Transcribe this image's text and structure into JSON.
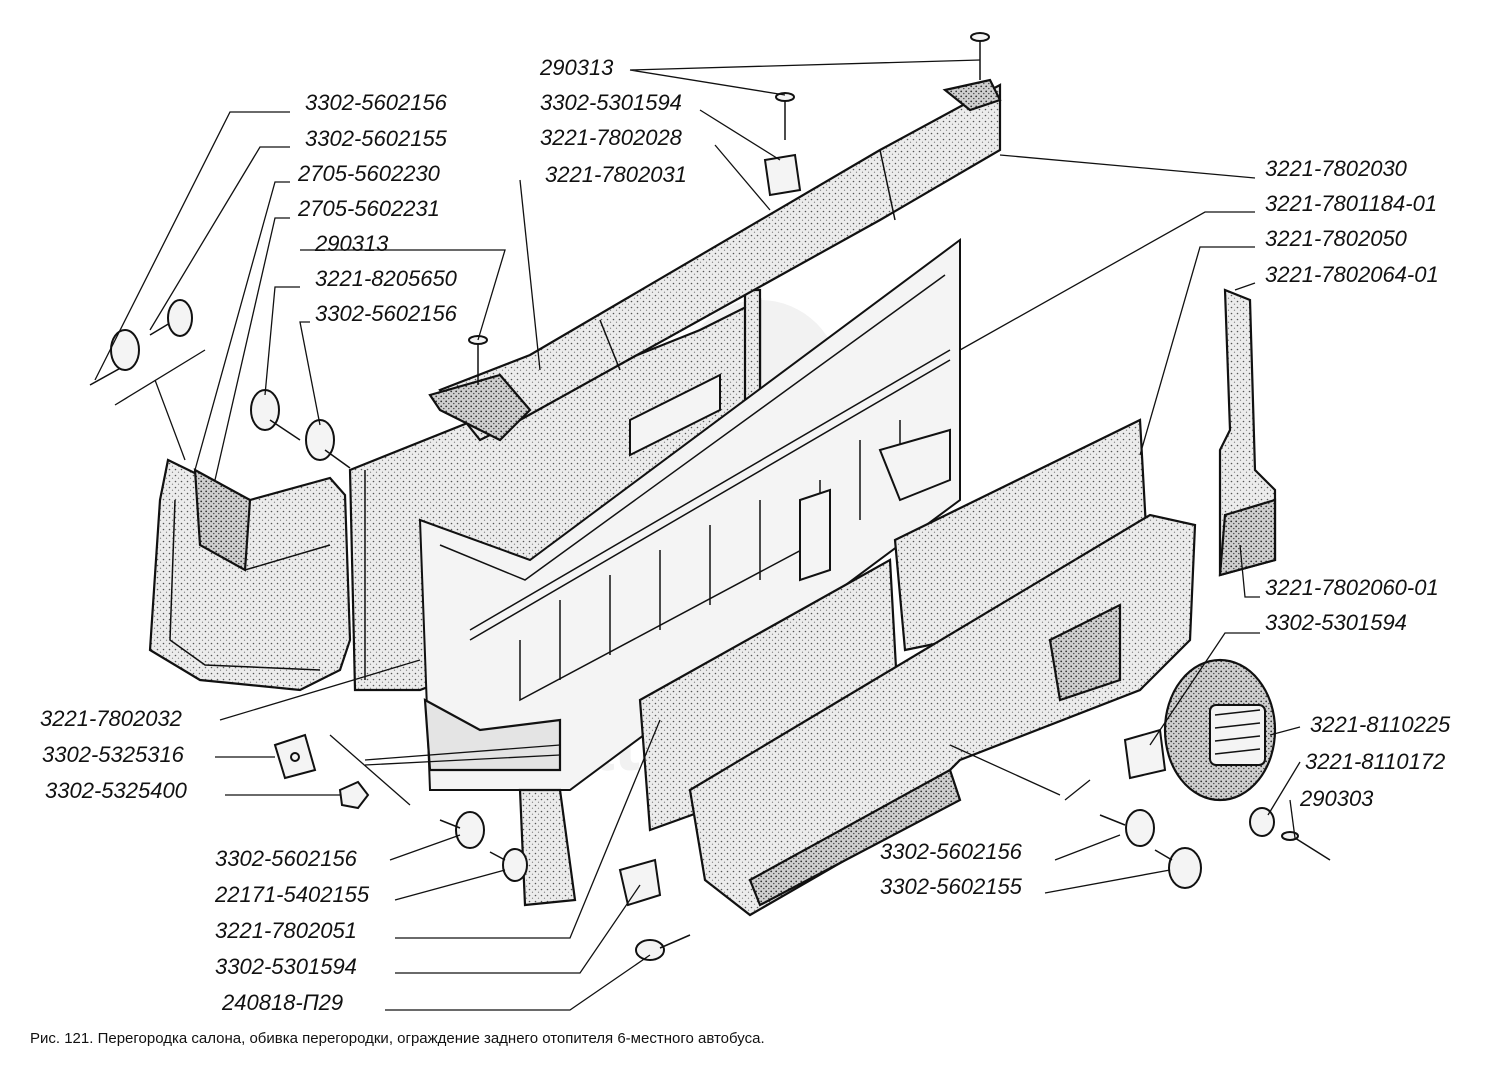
{
  "labels": {
    "l01": "290313",
    "l02": "3302-5301594",
    "l03": "3221-7802028",
    "l04": "3221-7802031",
    "l05": "3302-5602156",
    "l06": "3302-5602155",
    "l07": "2705-5602230",
    "l08": "2705-5602231",
    "l09": "290313",
    "l10": "3221-8205650",
    "l11": "3302-5602156",
    "l12": "3221-7802030",
    "l13": "3221-7801184-01",
    "l14": "3221-7802050",
    "l15": "3221-7802064-01",
    "l16": "3221-7802060-01",
    "l17": "3302-5301594",
    "l18": "3221-8110225",
    "l19": "3221-8110172",
    "l20": "290303",
    "l21": "3302-5602156",
    "l22": "3302-5602155",
    "l23": "3221-7802032",
    "l24": "3302-5325316",
    "l25": "3302-5325400",
    "l26": "3302-5602156",
    "l27": "22171-5402155",
    "l28": "3221-7802051",
    "l29": "3302-5301594",
    "l30": "240818-П29"
  },
  "caption": "Рис. 121. Перегородка салона, обивка перегородки, ограждение заднего отопителя 6-местного автобуса.",
  "watermark": "data-parts",
  "colors": {
    "ink": "#111111",
    "paper": "#ffffff",
    "fill": "#e4e4e4"
  }
}
